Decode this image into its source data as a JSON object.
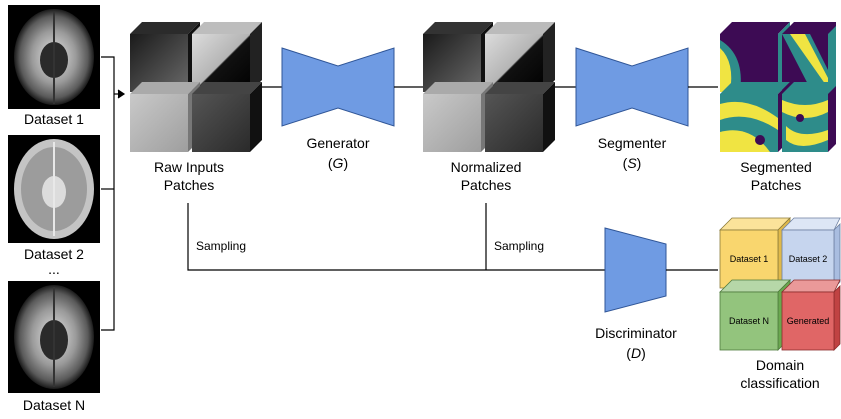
{
  "datasets": [
    "Dataset 1",
    "Dataset 2",
    "...",
    "Dataset N"
  ],
  "blocks": {
    "raw": {
      "line1": "Raw Inputs",
      "line2": "Patches"
    },
    "generator": {
      "name": "Generator",
      "symbol": "G"
    },
    "normalized": {
      "line1": "Normalized",
      "line2": "Patches"
    },
    "segmenter": {
      "name": "Segmenter",
      "symbol": "S"
    },
    "segmented": {
      "line1": "Segmented",
      "line2": "Patches"
    },
    "discriminator": {
      "name": "Discriminator",
      "symbol": "D"
    },
    "domain": {
      "line1": "Domain",
      "line2": "classification"
    }
  },
  "sampling_label": "Sampling",
  "domain_cubes": [
    {
      "label": "Dataset 1",
      "color": "#f9d66e"
    },
    {
      "label": "Dataset 2",
      "color": "#c6d5ee"
    },
    {
      "label": "Dataset N",
      "color": "#93c47d"
    },
    {
      "label": "Generated",
      "color": "#e06666"
    }
  ],
  "colors": {
    "network": "#6f9be3",
    "seg_dark": "#3d0b54",
    "seg_teal": "#2e8c8a",
    "seg_yellow": "#f0e442"
  }
}
